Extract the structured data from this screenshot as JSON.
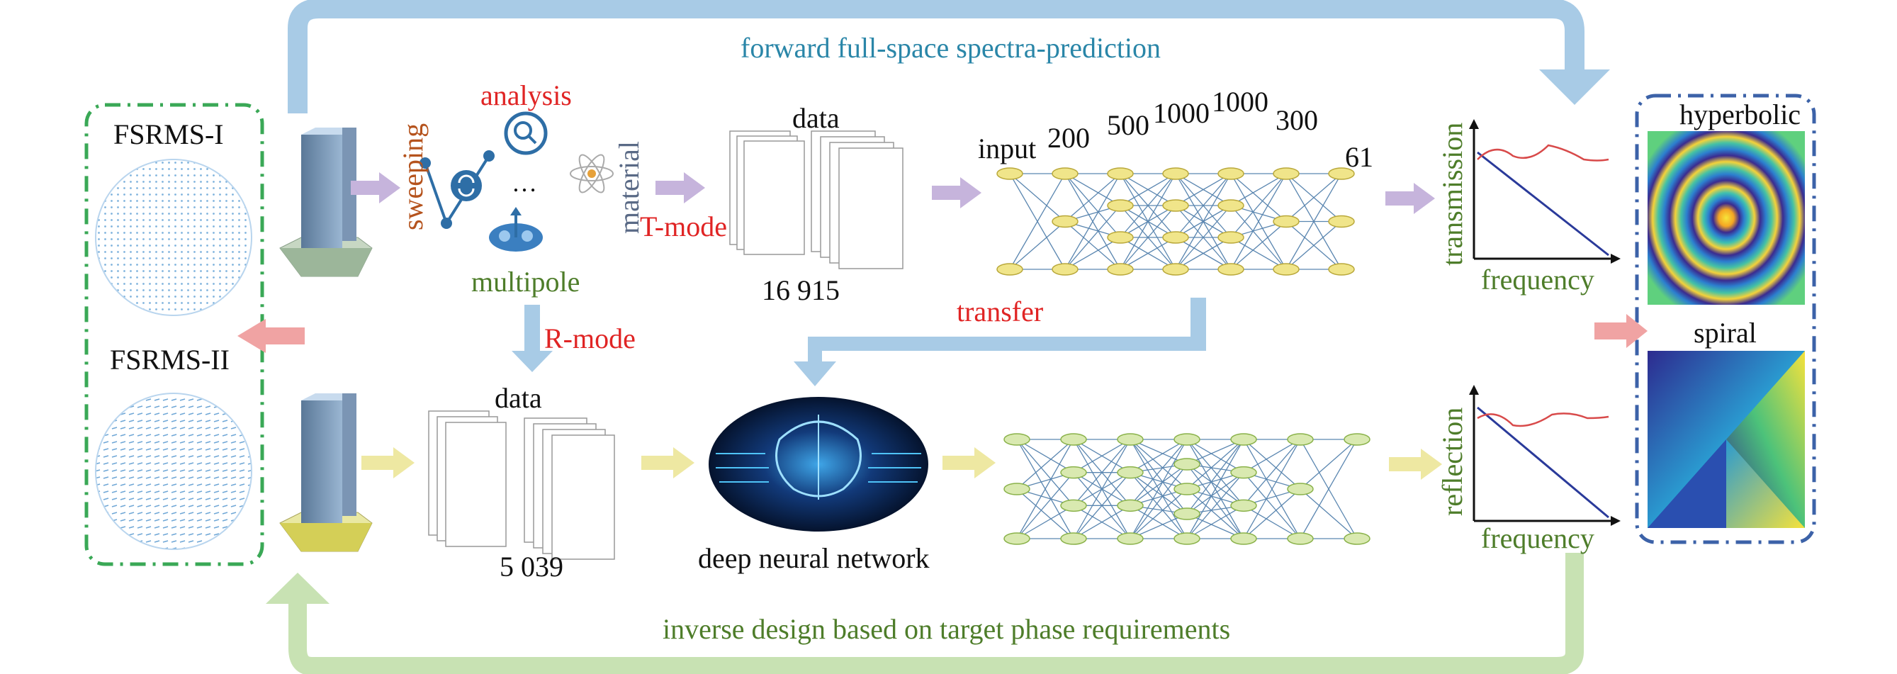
{
  "arrows": {
    "forward": "forward full-space spectra-prediction",
    "inverse": "inverse design based on target phase requirements",
    "transfer": "transfer",
    "r_mode": "R-mode",
    "t_mode": "T-mode"
  },
  "left": {
    "fsrms1": "FSRMS-I",
    "fsrms2": "FSRMS-II"
  },
  "analysis": {
    "analysis": "analysis",
    "sweeping": "sweeping",
    "material": "material",
    "multipole": "multipole",
    "ellipsis": "…"
  },
  "data": {
    "top_label": "data",
    "top_count": "16 915",
    "bottom_label": "data",
    "bottom_count": "5 039"
  },
  "network": {
    "input": "input",
    "layers": [
      "200",
      "500",
      "1000",
      "1000",
      "300",
      "61"
    ],
    "dnn_label": "deep neural network"
  },
  "plots": {
    "top_ylabel": "transmission",
    "top_xlabel": "frequency",
    "bottom_ylabel": "reflection",
    "bottom_xlabel": "frequency"
  },
  "right": {
    "hyperbolic": "hyperbolic",
    "spiral": "spiral"
  },
  "colors": {
    "blue_arrow": "#a8cbe6",
    "green_arrow": "#c8e2b3",
    "red_text": "#e02424",
    "green_text": "#4e7d2a",
    "teal_text": "#2a86a8"
  }
}
